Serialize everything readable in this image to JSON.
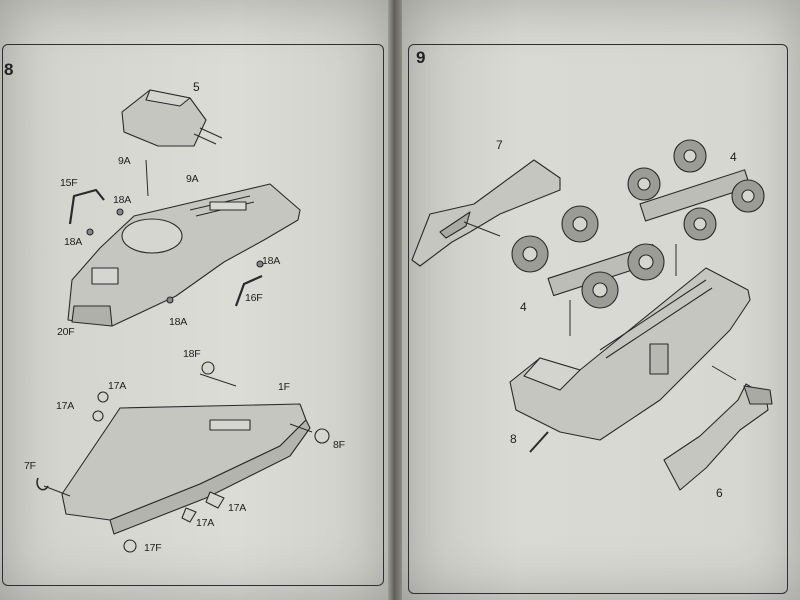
{
  "left_page": {
    "step_number": "8",
    "callouts": [
      {
        "id": "5",
        "text": "5"
      },
      {
        "id": "9A-a",
        "text": "9A"
      },
      {
        "id": "9A-b",
        "text": "9A"
      },
      {
        "id": "15F",
        "text": "15F"
      },
      {
        "id": "18A-a",
        "text": "18A"
      },
      {
        "id": "18A-b",
        "text": "18A"
      },
      {
        "id": "18A-c",
        "text": "18A"
      },
      {
        "id": "18A-d",
        "text": "18A"
      },
      {
        "id": "16F",
        "text": "16F"
      },
      {
        "id": "20F",
        "text": "20F"
      },
      {
        "id": "18F",
        "text": "18F"
      },
      {
        "id": "1F",
        "text": "1F"
      },
      {
        "id": "17A-a",
        "text": "17A"
      },
      {
        "id": "17A-b",
        "text": "17A"
      },
      {
        "id": "17A-c",
        "text": "17A"
      },
      {
        "id": "17A-d",
        "text": "17A"
      },
      {
        "id": "8F",
        "text": "8F"
      },
      {
        "id": "7F",
        "text": "7F"
      },
      {
        "id": "17F",
        "text": "17F"
      }
    ]
  },
  "right_page": {
    "step_number": "9",
    "callouts": [
      {
        "id": "7",
        "text": "7"
      },
      {
        "id": "4-a",
        "text": "4"
      },
      {
        "id": "4-b",
        "text": "4"
      },
      {
        "id": "8",
        "text": "8"
      },
      {
        "id": "6",
        "text": "6"
      }
    ]
  },
  "colors": {
    "paper": "#dcdcd6",
    "line": "#2a2a2a",
    "part_fill": "#c4c4bf",
    "background": "#2b2a27"
  }
}
